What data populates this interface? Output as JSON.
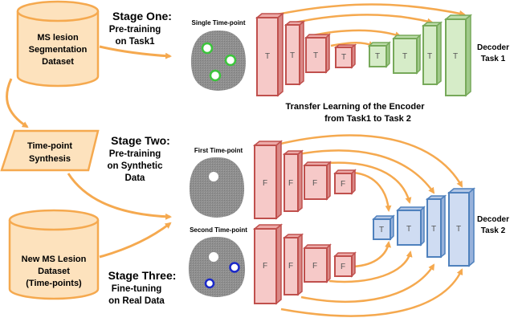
{
  "colors": {
    "orange": "#f5a94f",
    "orange_fill": "#fde2bd",
    "red_stroke": "#c0504d",
    "red_fill": "#f6c9c8",
    "green_stroke": "#77a95a",
    "green_fill": "#d6ecc8",
    "blue_stroke": "#4f81bd",
    "blue_fill": "#cfdcf2",
    "brain_gray": "#8c8c8c"
  },
  "datasets": {
    "ms_seg_line1": "MS lesion",
    "ms_seg_line2": "Segmentation",
    "ms_seg_line3": "Dataset",
    "new_line1": "New MS Lesion",
    "new_line2": "Dataset",
    "new_line3": "(Time-points)"
  },
  "synthesis": {
    "line1": "Time-point",
    "line2": "Synthesis"
  },
  "stages": {
    "one_title": "Stage One:",
    "one_line1": "Pre-training",
    "one_line2": "on Task1",
    "two_title": "Stage Two:",
    "two_line1": "Pre-training",
    "two_line2": "on Synthetic",
    "two_line3": "Data",
    "three_title": "Stage Three:",
    "three_line1": "Fine-tuning",
    "three_line2": "on Real Data"
  },
  "brains": {
    "single": "Single Time-point",
    "first": "First Time-point",
    "second": "Second Time-point"
  },
  "blocks": {
    "task1_letter": "T",
    "finetune_letter": "F"
  },
  "transfer": {
    "line1": "Transfer Learning of the Encoder",
    "line2": "from Task1 to Task 2"
  },
  "decoders": {
    "task1_line1": "Decoder",
    "task1_line2": "Task 1",
    "task2_line1": "Decoder",
    "task2_line2": "Task 2"
  }
}
